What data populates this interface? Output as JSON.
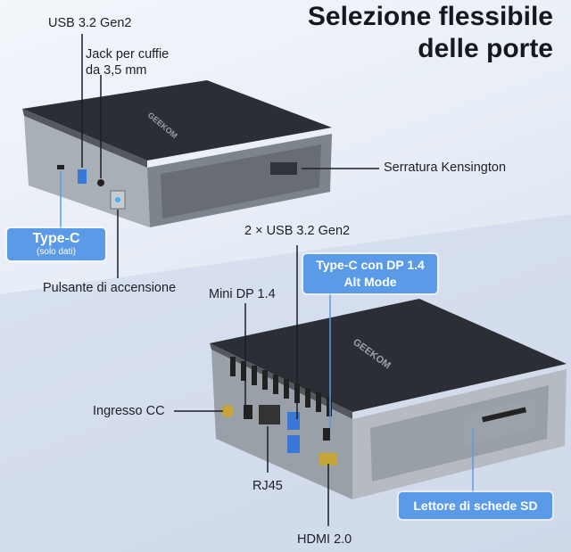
{
  "title": {
    "line1": "Selezione flessibile",
    "line2": "delle porte"
  },
  "brand": "GEEKOM",
  "labels": {
    "usb_front": "USB 3.2 Gen2",
    "jack_line1": "Jack per cuffie",
    "jack_line2": "da 3,5 mm",
    "kensington": "Serratura Kensington",
    "typec_main": "Type-C",
    "typec_sub": "(solo dati)",
    "power": "Pulsante di accensione",
    "usb_rear": "2 × USB 3.2 Gen2",
    "typec_dp_line1": "Type-C con DP 1.4",
    "typec_dp_line2": "Alt Mode",
    "minidp": "Mini DP 1.4",
    "dc_in": "Ingresso CC",
    "rj45": "RJ45",
    "hdmi": "HDMI 2.0",
    "sd": "Lettore di schede SD"
  },
  "colors": {
    "accent": "#5b9ae6",
    "device_top": "#2a2d33",
    "device_body": "#8e949c"
  }
}
